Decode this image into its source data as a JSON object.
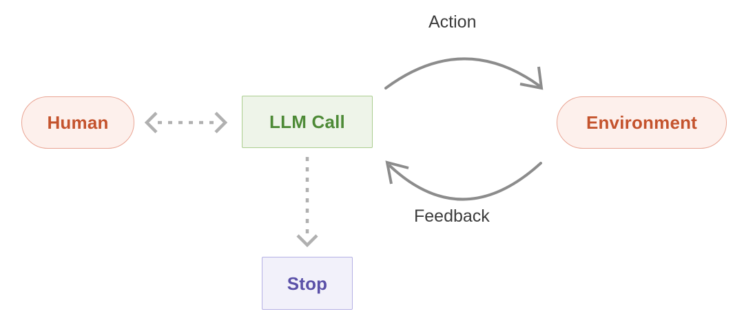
{
  "diagram": {
    "title": "Agent loop diagram",
    "background": "#ffffff",
    "nodes": {
      "human": {
        "label": "Human",
        "shape": "pill",
        "text_color": "#c4532d",
        "fill": "#fdf0ec",
        "border": "#e9a392"
      },
      "llm_call": {
        "label": "LLM Call",
        "shape": "rectangle",
        "text_color": "#4d8a36",
        "fill": "#eef4e9",
        "border": "#aacd8e"
      },
      "environment": {
        "label": "Environment",
        "shape": "pill",
        "text_color": "#c4532d",
        "fill": "#fdf0ec",
        "border": "#e9a392"
      },
      "stop": {
        "label": "Stop",
        "shape": "rectangle",
        "text_color": "#5b51a8",
        "fill": "#f2f1fa",
        "border": "#b4b0e4"
      }
    },
    "edges": [
      {
        "id": "human-llm",
        "label": "",
        "from": "human",
        "to": "llm_call",
        "style": "dashed",
        "direction": "bidirectional",
        "color": "#b0b0b0"
      },
      {
        "id": "action",
        "label": "Action",
        "from": "llm_call",
        "to": "environment",
        "style": "solid-arc",
        "direction": "forward",
        "color": "#8c8c8c"
      },
      {
        "id": "feedback",
        "label": "Feedback",
        "from": "environment",
        "to": "llm_call",
        "style": "solid-arc",
        "direction": "forward",
        "color": "#8c8c8c"
      },
      {
        "id": "llm-stop",
        "label": "",
        "from": "llm_call",
        "to": "stop",
        "style": "dashed",
        "direction": "forward",
        "color": "#b0b0b0"
      }
    ],
    "labels": {
      "action": "Action",
      "feedback": "Feedback"
    }
  }
}
